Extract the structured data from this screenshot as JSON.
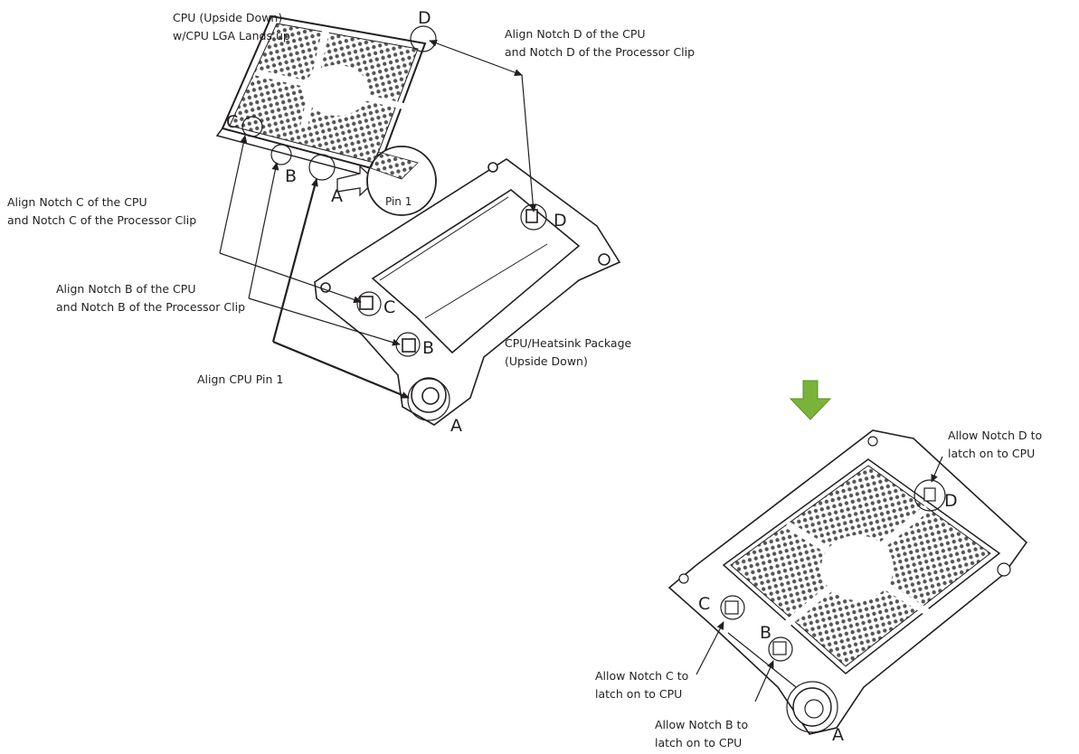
{
  "top": {
    "cpu_label": [
      "CPU (Upside Down)",
      "w/CPU LGA Lands up"
    ],
    "align_d": [
      "Align Notch D of the CPU",
      "and Notch D of the Processor Clip"
    ],
    "align_c": [
      "Align Notch C of the CPU",
      "and Notch C of the Processor Clip"
    ],
    "align_b": [
      "Align Notch B of the CPU",
      "and Notch B of the Processor Clip"
    ],
    "align_pin1": "Align CPU Pin 1",
    "package": [
      "CPU/Heatsink Package",
      "(Upside Down)"
    ],
    "pin1_zoom": "Pin 1",
    "letters": {
      "a_cpu": "A",
      "b_cpu": "B",
      "c_cpu": "C",
      "d_cpu": "D",
      "a_clip": "A",
      "b_clip": "B",
      "c_clip": "C",
      "d_clip": "D"
    }
  },
  "bottom": {
    "allow_d": [
      "Allow Notch D to",
      "latch on to CPU"
    ],
    "allow_c": [
      "Allow Notch C to",
      "latch on to CPU"
    ],
    "allow_b": [
      "Allow Notch B to",
      "latch on to CPU"
    ],
    "letters": {
      "a": "A",
      "b": "B",
      "c": "C",
      "d": "D"
    }
  },
  "colors": {
    "arrow_green": "#7ab33a",
    "line": "#231f20"
  },
  "icons": [
    "down-arrow-icon"
  ]
}
